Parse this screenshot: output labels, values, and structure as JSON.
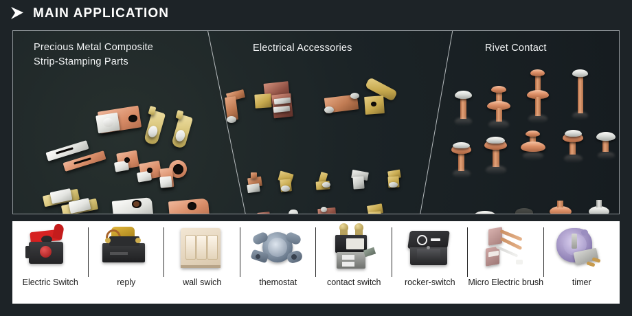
{
  "header": {
    "arrow_icon": "chevron-right-icon",
    "title": "MAIN APPLICATION"
  },
  "showcase": {
    "columns": [
      {
        "id": "precious-metal-composite",
        "title": "Precious Metal Composite\nStrip-Stamping Parts"
      },
      {
        "id": "electrical-accessories",
        "title": "Electrical Accessories"
      },
      {
        "id": "rivet-contact",
        "title": "Rivet Contact"
      }
    ]
  },
  "thumbnails": [
    {
      "id": "electric-switch",
      "caption": "Electric Switch"
    },
    {
      "id": "reply",
      "caption": "reply"
    },
    {
      "id": "wall-swich",
      "caption": "wall swich"
    },
    {
      "id": "themostat",
      "caption": "themostat"
    },
    {
      "id": "contact-switch",
      "caption": "contact switch"
    },
    {
      "id": "rocker-switch",
      "caption": "rocker-switch"
    },
    {
      "id": "micro-electric-brush",
      "caption": "Micro Electric brush"
    },
    {
      "id": "timer",
      "caption": "timer"
    }
  ],
  "colors": {
    "page_background": "#1d2327",
    "panel_background": "#1b2125",
    "panel_border": "#8e9498",
    "title_text": "#ffffff",
    "caption_text": "#1a1a1a",
    "strip_background": "#ffffff",
    "copper": "#c97a4f",
    "silver": "#dcdedb",
    "brass": "#c7a94e"
  }
}
